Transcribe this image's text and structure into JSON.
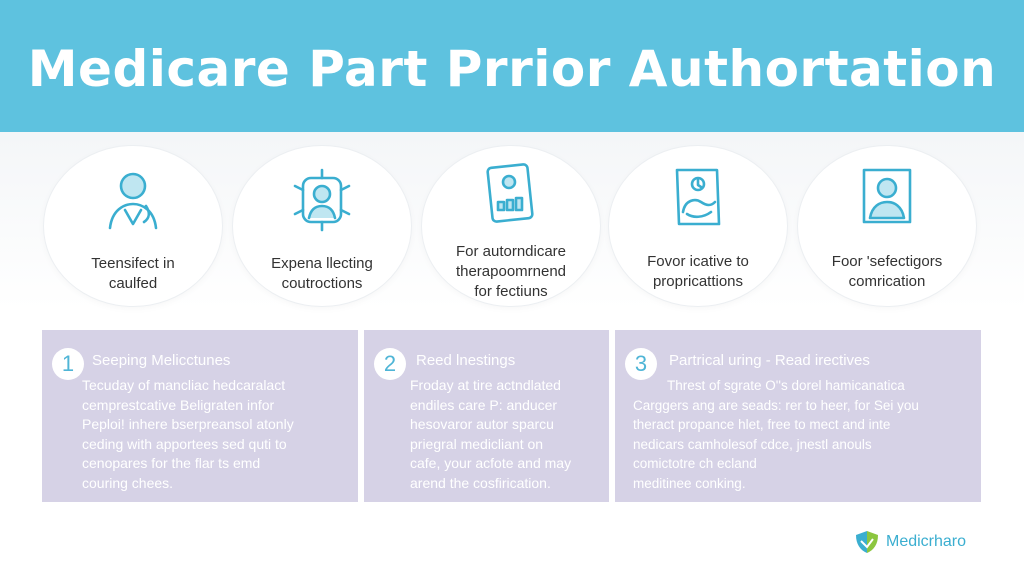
{
  "header": {
    "title": "Medicare Part Prrior Authortation"
  },
  "circles": [
    {
      "icon": "person-avatar-icon",
      "lines": [
        "Teensifect in",
        "caulfed"
      ]
    },
    {
      "icon": "person-network-icon",
      "lines": [
        "Expena llecting",
        "coutroctions"
      ]
    },
    {
      "icon": "document-chart-icon",
      "lines": [
        "For autorndicare",
        "therapoomrnend",
        "for fectiuns"
      ]
    },
    {
      "icon": "clipboard-hand-icon",
      "lines": [
        "Fovor icative to",
        "propricattions"
      ]
    },
    {
      "icon": "profile-card-icon",
      "lines": [
        "Foor 'sefectigors",
        "comrication"
      ]
    }
  ],
  "steps": [
    {
      "number": "1",
      "title": "Seeping Melicctunes",
      "lines": [
        "Tecuday of mancliac hedcaralact",
        "cemprestcative Beligraten infor",
        "Peploi! inhere bserpreansol atonly",
        "ceding with apportees sed quti to",
        "cenopares for the flar ts emd",
        "couring chees."
      ]
    },
    {
      "number": "2",
      "title": "Reed lnestings",
      "lines": [
        "Froday at tire actndlated",
        "endiles care P: anducer",
        "hesovaror autor sparcu",
        "priegral medicliant on",
        "cafe, your acfote and may",
        "arend the cosfirication."
      ]
    },
    {
      "number": "3",
      "title": "Partrical uring - Read irectives",
      "lines": [
        "Threst of sgrate O''s dorel hamicanatica",
        "Carggers ang are seads: rer to heer, for Sei you",
        "theract propance hlet, free to mect and inte",
        "nedicars camholesof  cdce, jnestl anouls",
        "comictotre ch ecland",
        "meditinee conking."
      ]
    }
  ],
  "brand": {
    "name": "Medicrharo",
    "mark_colors": [
      "#3aaed0",
      "#8cc63f"
    ]
  },
  "colors": {
    "banner": "#5ec2df",
    "panel": "#d6d2e6",
    "icon_stroke": "#3aaed0"
  }
}
